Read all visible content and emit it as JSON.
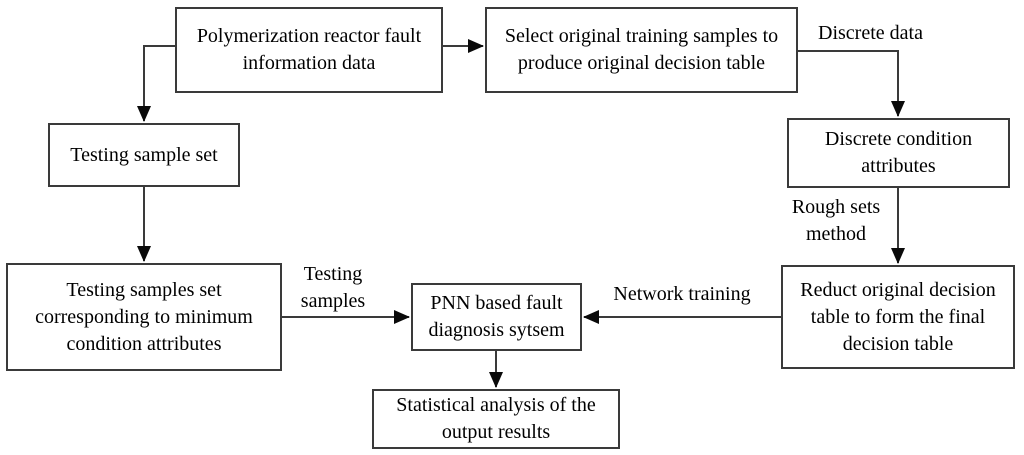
{
  "colors": {
    "background": "#ffffff",
    "box_border": "#3a3a3a",
    "box_fill": "#ffffff",
    "text": "#000000",
    "connector": "#3a3a3a",
    "arrowhead": "#0a0a0a"
  },
  "nodes": {
    "fault_data": {
      "label": "Polymerization reactor fault information data"
    },
    "select_original": {
      "label": "Select original training samples to produce original decision table"
    },
    "discrete_condition": {
      "label": "Discrete condition attributes"
    },
    "reduct": {
      "label": "Reduct original decision table to form the final decision table"
    },
    "pnn": {
      "label": "PNN based fault diagnosis sytsem"
    },
    "testing_sample_set": {
      "label": "Testing sample set"
    },
    "testing_samples_min": {
      "label": "Testing samples set corresponding to minimum condition attributes"
    },
    "statistical": {
      "label": "Statistical analysis of the output results"
    }
  },
  "edge_labels": {
    "discrete_data": "Discrete data",
    "rough_sets": "Rough sets method",
    "network_training": "Network training",
    "testing_samples": "Testing samples"
  }
}
